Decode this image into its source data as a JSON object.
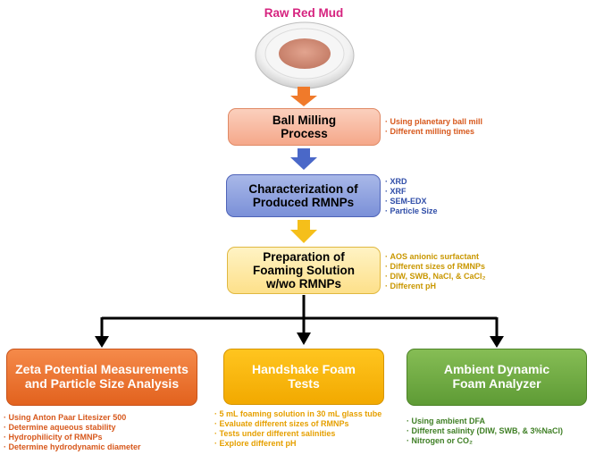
{
  "raw": {
    "title": "Raw Red Mud"
  },
  "steps": {
    "ball": {
      "title": "Ball Milling Process",
      "bullets": [
        "Using planetary ball mill",
        "Different milling times"
      ]
    },
    "char": {
      "title": "Characterization of Produced RMNPs",
      "bullets": [
        "XRD",
        "XRF",
        "SEM-EDX",
        "Particle Size"
      ]
    },
    "prep": {
      "title": "Preparation of Foaming Solution w/wo RMNPs",
      "bullets": [
        "AOS anionic surfactant",
        "Different sizes of RMNPs",
        "DIW, SWB, NaCl, & CaCl₂",
        "Different pH"
      ]
    }
  },
  "branches": {
    "zeta": {
      "title": "Zeta Potential Measurements and Particle Size Analysis",
      "bullets": [
        "Using Anton Paar Litesizer 500",
        "Determine aqueous stability",
        "Hydrophilicity of RMNPs",
        "Determine hydrodynamic diameter"
      ]
    },
    "hand": {
      "title": "Handshake Foam Tests",
      "bullets": [
        "5 mL foaming solution in 30 mL glass tube",
        "Evaluate different sizes of RMNPs",
        "Tests under different salinities",
        "Explore different pH"
      ]
    },
    "dfa": {
      "title": "Ambient Dynamic Foam Analyzer",
      "bullets": [
        "Using ambient DFA",
        "Different salinity (DIW, SWB, & 3%NaCl)",
        "Nitrogen or CO₂"
      ]
    }
  },
  "colors": {
    "raw_title": "#d6237f",
    "orange": "#e2621e",
    "blue": "#4a68c8",
    "yellow": "#f2b800",
    "green": "#5e9b35"
  }
}
